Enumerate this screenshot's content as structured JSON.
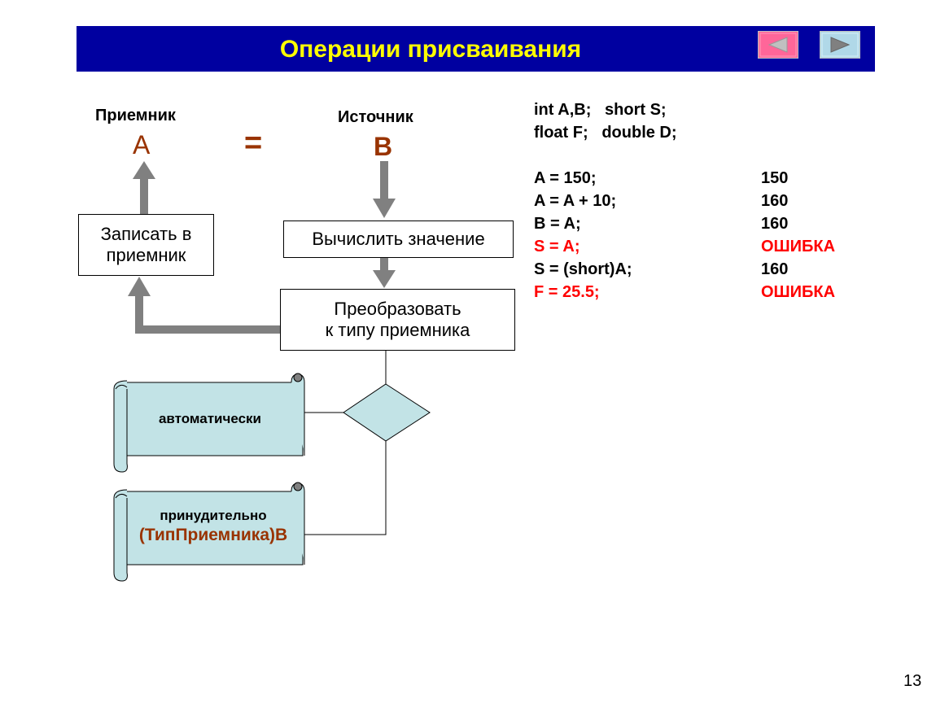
{
  "header": {
    "title": "Операции присваивания",
    "prev_icon": "left-triangle-icon",
    "next_icon": "right-triangle-icon",
    "prev_color": "#ff6699",
    "next_color": "#b0d8e8"
  },
  "diagram": {
    "receiver_label": "Приемник",
    "receiver_var": "A",
    "equals": "=",
    "source_label": "Источник",
    "source_var": "B",
    "write_box": "Записать в приемник",
    "compute_box": "Вычислить значение",
    "convert_box_line1": "Преобразовать",
    "convert_box_line2": "к типу приемника",
    "auto_label": "автоматически",
    "forced_label": "принудительно",
    "forced_cast": "(ТипПриемника)B"
  },
  "code": {
    "decl1": "int A,B;   short S;",
    "decl2": "float F;   double D;",
    "lines": [
      {
        "stmt": "A = 150;",
        "result": "150",
        "error": false
      },
      {
        "stmt": "A = A + 10;",
        "result": "160",
        "error": false
      },
      {
        "stmt": "B = A;",
        "result": "160",
        "error": false
      },
      {
        "stmt": "S = A;",
        "result": "ОШИБКА",
        "error": true
      },
      {
        "stmt": "S = (short)A;",
        "result": "160",
        "error": false
      },
      {
        "stmt": "F = 25.5;",
        "result": "ОШИБКА",
        "error": true
      }
    ]
  },
  "colors": {
    "title_bg": "#0000a0",
    "title_fg": "#ffff00",
    "arrow": "#808080",
    "scroll_fill": "#c2e3e6",
    "var_color": "#993300",
    "error_color": "#ff0000"
  },
  "page_number": "13"
}
